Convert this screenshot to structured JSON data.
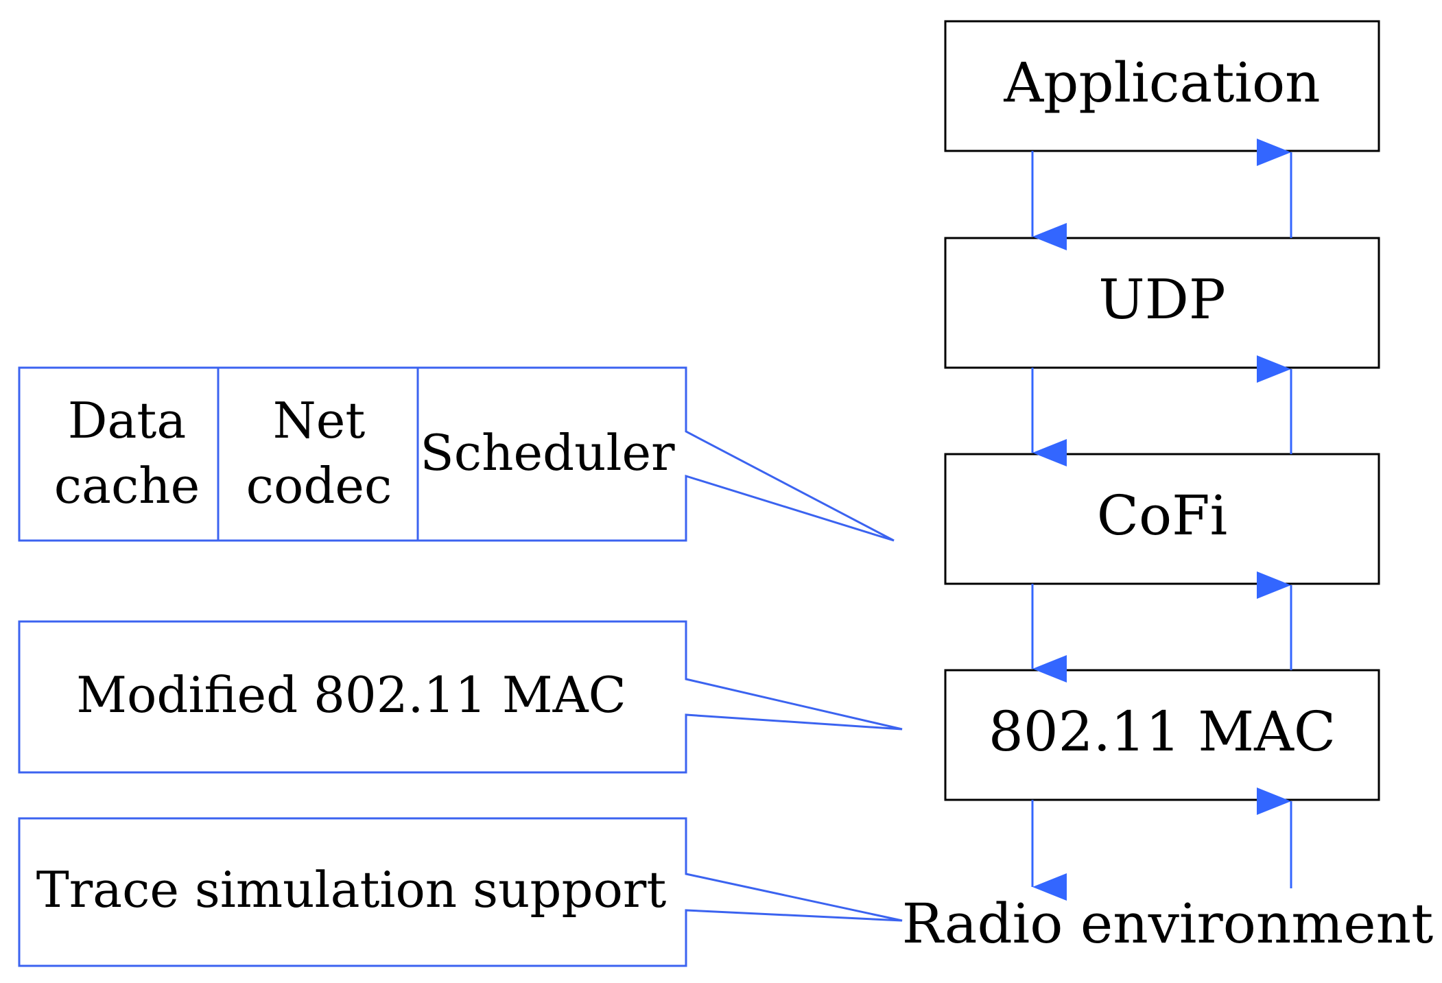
{
  "stack": {
    "application": "Application",
    "udp": "UDP",
    "cofi": "CoFi",
    "mac": "802.11 MAC",
    "radio": "Radio environment"
  },
  "cofi_components": {
    "data_cache": [
      "Data",
      "cache"
    ],
    "net_codec": [
      "Net",
      "codec"
    ],
    "scheduler": "Scheduler"
  },
  "modified_mac": "Modified 802.11 MAC",
  "trace_support": "Trace simulation support",
  "colors": {
    "stack_border": "#000000",
    "callout_border": "#3b63f0",
    "arrow": "#3366ff"
  }
}
